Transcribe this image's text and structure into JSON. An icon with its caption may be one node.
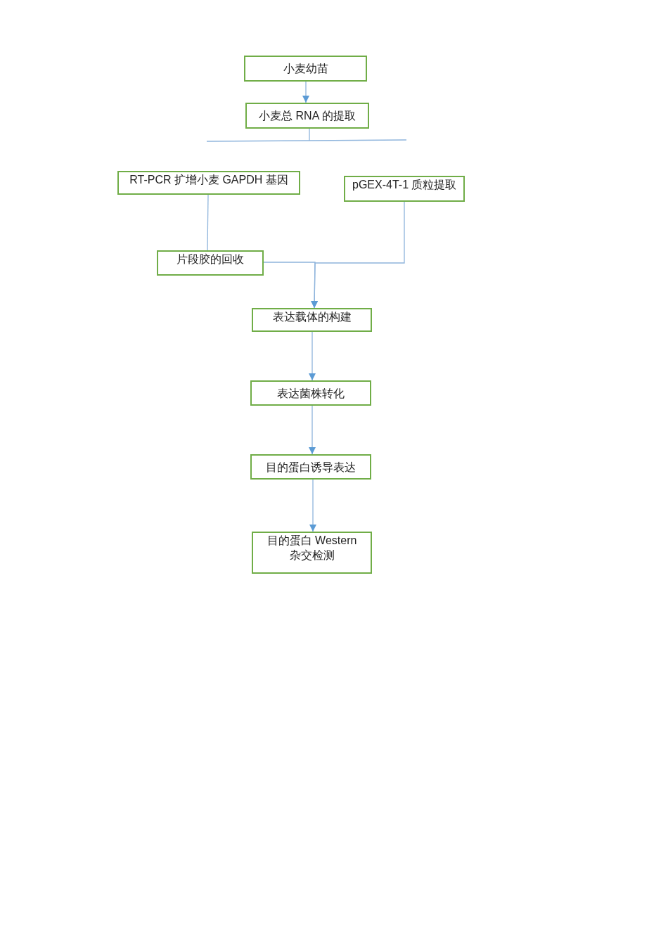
{
  "diagram": {
    "nodes": [
      {
        "text": [
          "小麦幼苗"
        ]
      },
      {
        "text": [
          "小麦总 RNA 的提取"
        ]
      },
      {
        "text": [
          "RT-PCR 扩增小麦 GAPDH 基因"
        ]
      },
      {
        "text": [
          "pGEX-4T-1 质粒提取"
        ]
      },
      {
        "text": [
          "片段胶的回收"
        ]
      },
      {
        "text": [
          "表达载体的构建"
        ]
      },
      {
        "text": [
          "表达菌株转化"
        ]
      },
      {
        "text": [
          "目的蛋白诱导表达"
        ]
      },
      {
        "text": [
          "目的蛋白 Western 杂交检测"
        ]
      }
    ],
    "edges": [
      {
        "from": 0,
        "to": 1,
        "arrow": "to"
      },
      {
        "from": 1,
        "to": null,
        "arrow": "none"
      },
      {
        "from": 2,
        "to": 4,
        "arrow": "none"
      },
      {
        "from": 4,
        "to": 5,
        "arrow": "to"
      },
      {
        "from": 3,
        "to": 5,
        "arrow": "to"
      },
      {
        "from": 5,
        "to": 6,
        "arrow": "to"
      },
      {
        "from": 6,
        "to": 7,
        "arrow": "to"
      },
      {
        "from": 7,
        "to": 8,
        "arrow": "to"
      }
    ]
  }
}
